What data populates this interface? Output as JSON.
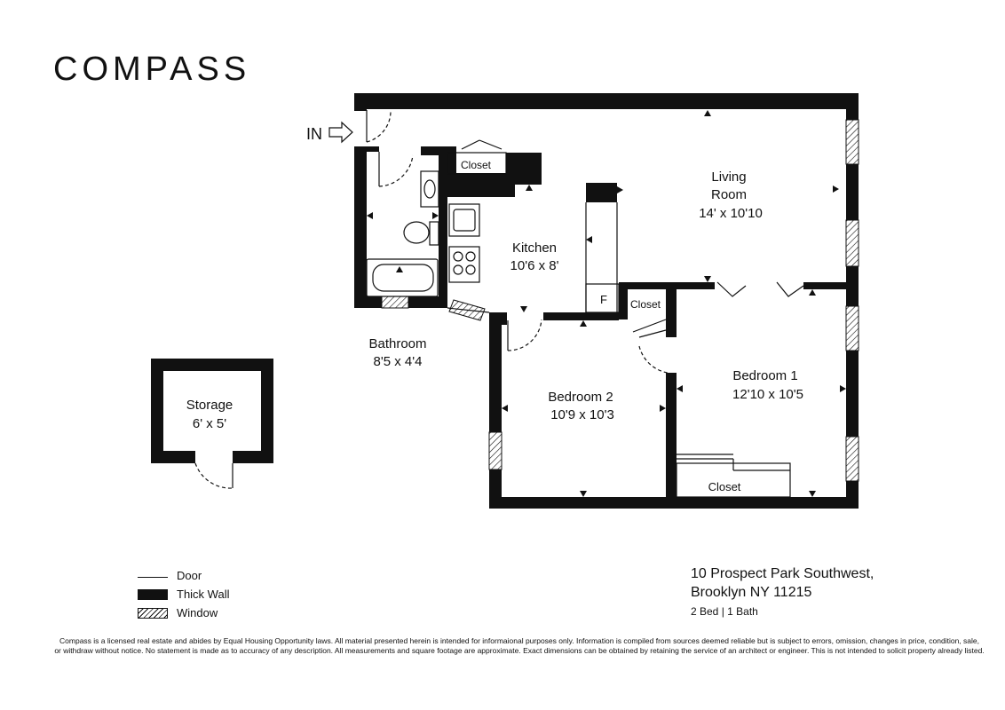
{
  "brand": {
    "name": "COMPASS"
  },
  "entry_label": "IN",
  "rooms": {
    "living_room": {
      "name_line1": "Living",
      "name_line2": "Room",
      "dimensions": "14' x 10'10"
    },
    "kitchen": {
      "name": "Kitchen",
      "dimensions": "10'6 x 8'"
    },
    "bathroom": {
      "name": "Bathroom",
      "dimensions": "8'5 x 4'4"
    },
    "bedroom_1": {
      "name": "Bedroom 1",
      "dimensions": "12'10 x 10'5"
    },
    "bedroom_2": {
      "name": "Bedroom 2",
      "dimensions": "10'9 x 10'3"
    },
    "storage": {
      "name": "Storage",
      "dimensions": "6' x 5'"
    },
    "closet_entry": {
      "name": "Closet"
    },
    "closet_bedroom1_top": {
      "name": "Closet"
    },
    "closet_bedroom1_bottom": {
      "name": "Closet"
    },
    "fridge": {
      "name": "F"
    }
  },
  "legend": {
    "door": "Door",
    "thick_wall": "Thick Wall",
    "window": "Window"
  },
  "address": {
    "line1": "10 Prospect Park Southwest,",
    "line2": "Brooklyn NY 11215",
    "summary": "2 Bed | 1 Bath"
  },
  "disclaimer": {
    "line1": "Compass is a licensed real estate and abides by Equal Housing Opportunity laws. All material presented herein is intended for informaional purposes only. Information is compiled from sources deemed reliable but is subject to errors, omission, changes in price, condition, sale,",
    "line2": "or withdraw without notice. No statement is made as to accuracy of any description. All measurements and square footage are approximate. Exact dimensions can be obtained by retaining the service of an architect or engineer. This is not intended to solicit property already listed."
  },
  "colors": {
    "ink": "#111111",
    "background": "#ffffff"
  }
}
